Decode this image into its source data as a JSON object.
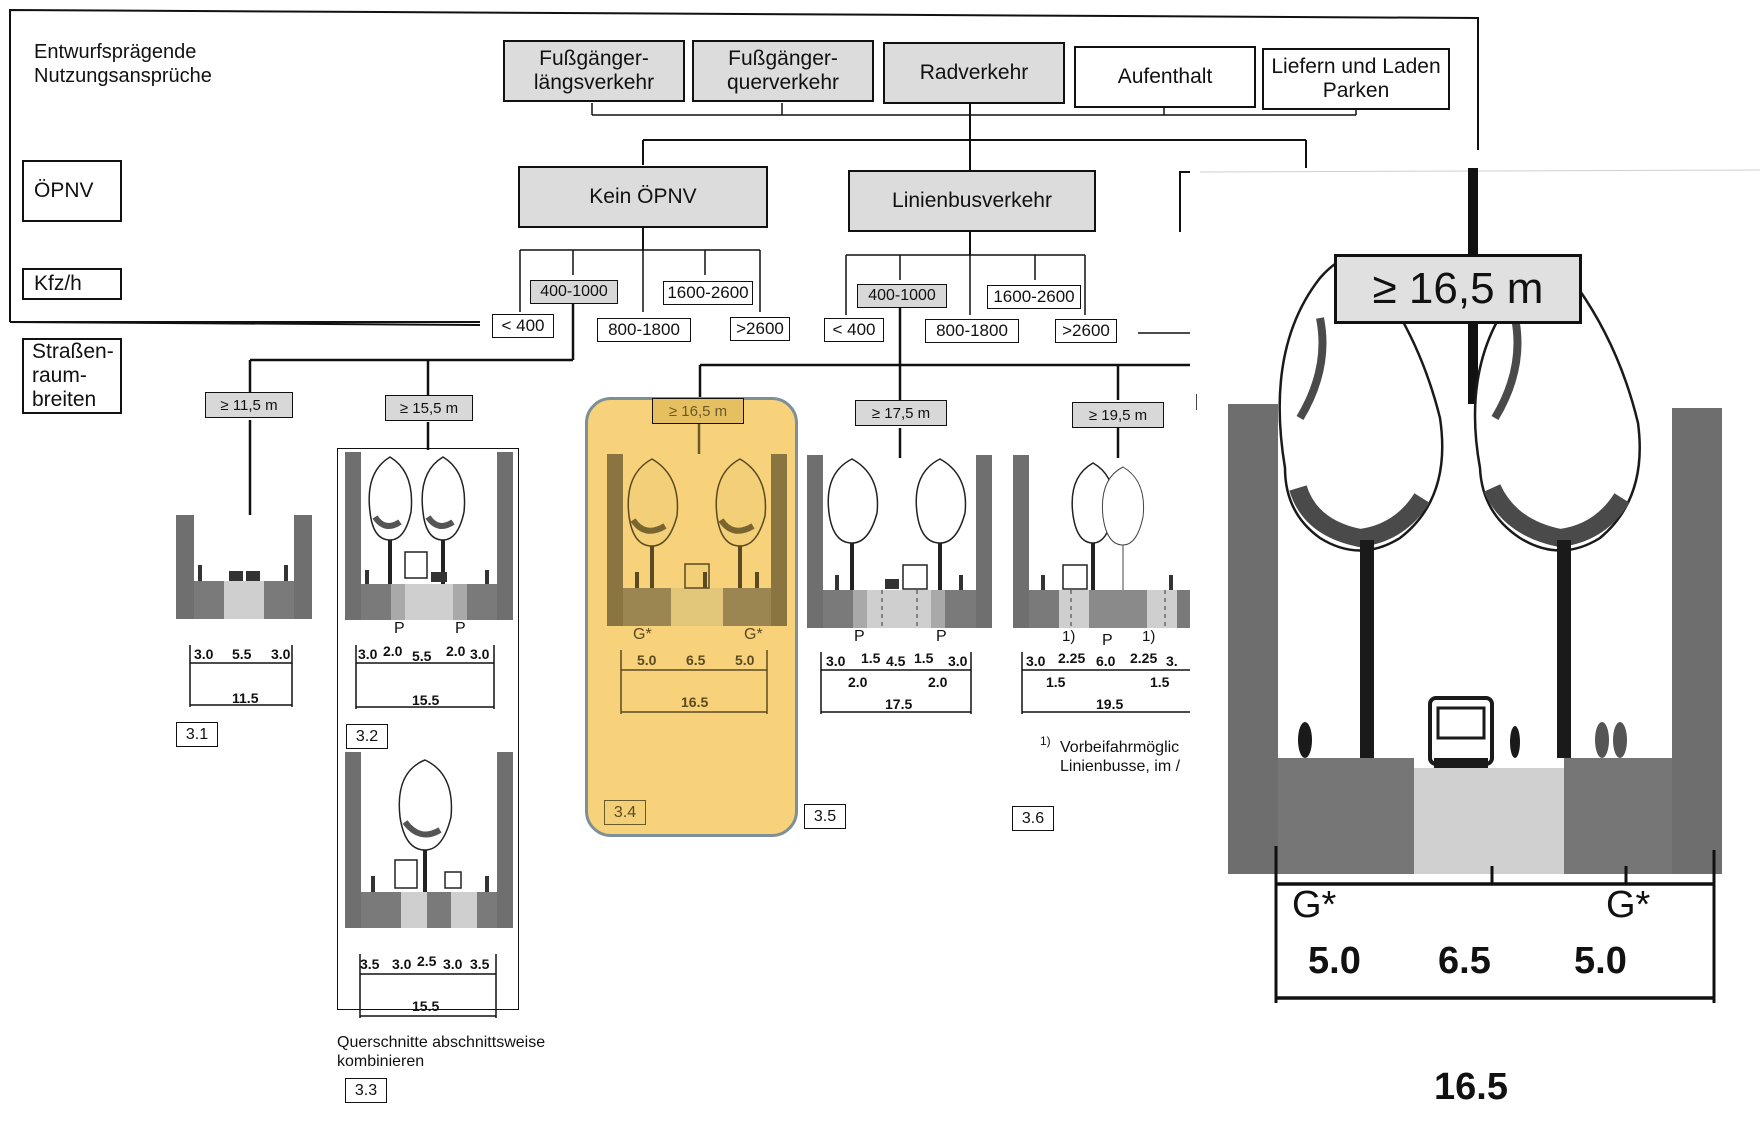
{
  "header": {
    "row_label": "Entwurfsprägende\nNutzungsansprüche",
    "oepnv_label": "ÖPNV",
    "kfz_label": "Kfz/h",
    "width_label": "Straßen-\nraum-\nbreiten"
  },
  "uses": [
    {
      "label": "Fußgänger-\nlängsverkehr"
    },
    {
      "label": "Fußgänger-\nquerverkehr"
    },
    {
      "label": "Radverkehr"
    },
    {
      "label": "Aufenthalt"
    },
    {
      "label": "Liefern und Laden\nParken"
    }
  ],
  "oepnv": [
    {
      "label": "Kein ÖPNV"
    },
    {
      "label": "Linienbusverkehr"
    }
  ],
  "traffic_left": {
    "a": "400-1000",
    "b": "1600-2600",
    "c": "< 400",
    "d": "800-1800",
    "e": ">2600"
  },
  "traffic_right": {
    "a": "400-1000",
    "b": "1600-2600",
    "c": "< 400",
    "d": "800-1800",
    "e": ">2600"
  },
  "widths": [
    "≥ 11,5 m",
    "≥ 15,5 m",
    "≥ 16,5 m",
    "≥ 17,5 m",
    "≥ 19,5 m"
  ],
  "sections": {
    "s31": {
      "id": "3.1",
      "dims": [
        "3.0",
        "5.5",
        "3.0"
      ],
      "total": "11.5"
    },
    "s32": {
      "id": "3.2",
      "dims": [
        "3.0",
        "2.0",
        "5.5",
        "2.0",
        "3.0"
      ],
      "total": "15.5",
      "p": "P"
    },
    "s33": {
      "id": "3.3",
      "dims": [
        "3.5",
        "3.0",
        "2.5",
        "3.0",
        "3.5"
      ],
      "total": "15.5",
      "caption": "Querschnitte abschnittsweise\nkombinieren"
    },
    "s34": {
      "id": "3.4",
      "dims": [
        "5.0",
        "6.5",
        "5.0"
      ],
      "total": "16.5",
      "g": "G*"
    },
    "s35": {
      "id": "3.5",
      "dims_top": [
        "3.0",
        "1.5",
        "4.5",
        "1.5",
        "3.0"
      ],
      "dims_bottom": [
        "2.0",
        "2.0"
      ],
      "total": "17.5",
      "p": "P"
    },
    "s36": {
      "id": "3.6",
      "dims_top": [
        "3.0",
        "2.25",
        "6.0",
        "2.25",
        "3."
      ],
      "dims_bottom": [
        "1.5",
        "1.5"
      ],
      "total": "19.5",
      "p": "P",
      "fn": "1)"
    }
  },
  "footnote": {
    "mark": "1)",
    "text": "Vorbeifahrmöglic\nLinienbusse, im /"
  },
  "zoom": {
    "width": "≥ 16,5 m",
    "g": "G*",
    "dims": [
      "5.0",
      "6.5",
      "5.0"
    ],
    "total": "16.5"
  },
  "colors": {
    "highlight": "#f7d27a",
    "highlight_border": "#7d8f97",
    "box_gray": "#dcdcdc"
  }
}
